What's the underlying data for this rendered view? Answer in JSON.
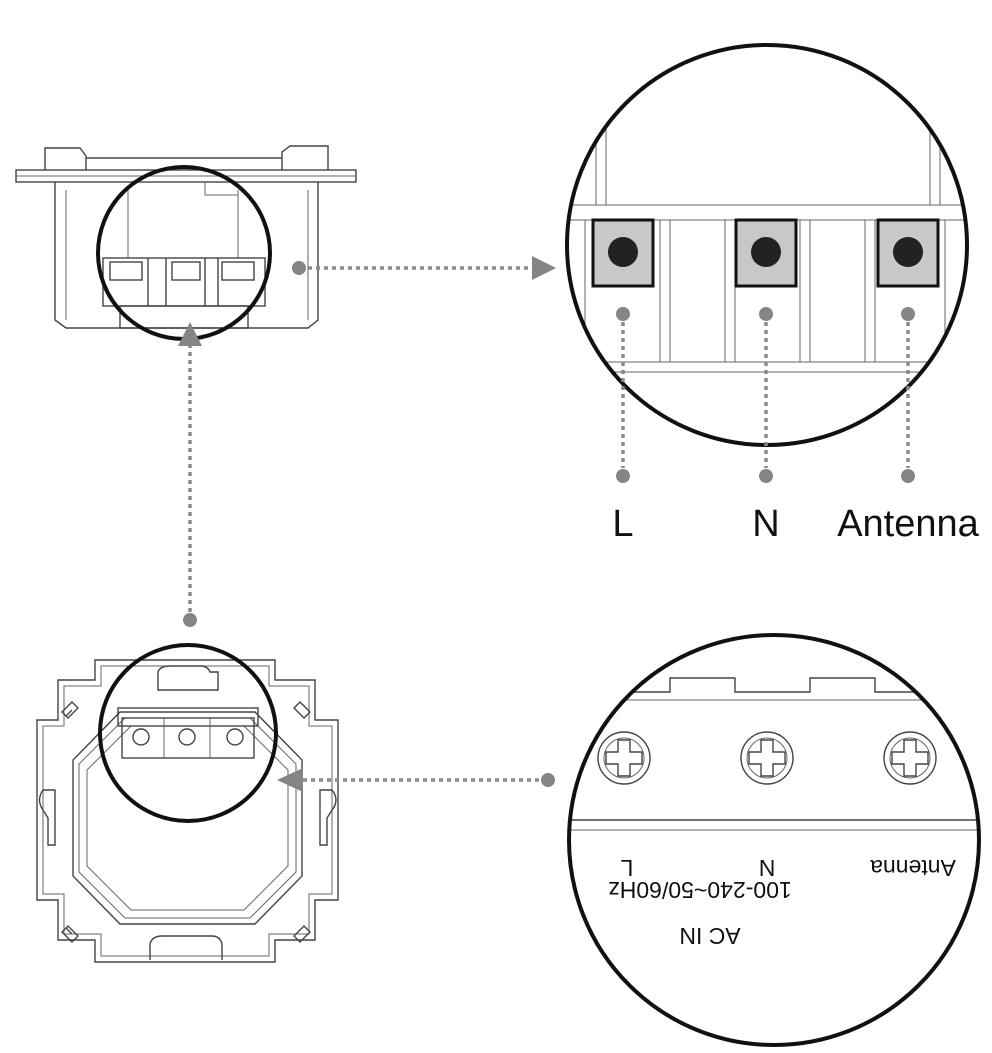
{
  "terminal_labels": {
    "l": "L",
    "n": "N",
    "antenna": "Antenna"
  },
  "device_markings": {
    "l": "L",
    "n": "N",
    "antenna": "Antenna",
    "voltage": "100-240~50/60Hz",
    "ac_in": "AC IN"
  },
  "colors": {
    "outline": "#111111",
    "leader": "#8a8a8a",
    "terminal_face": "#c8c8c8"
  }
}
